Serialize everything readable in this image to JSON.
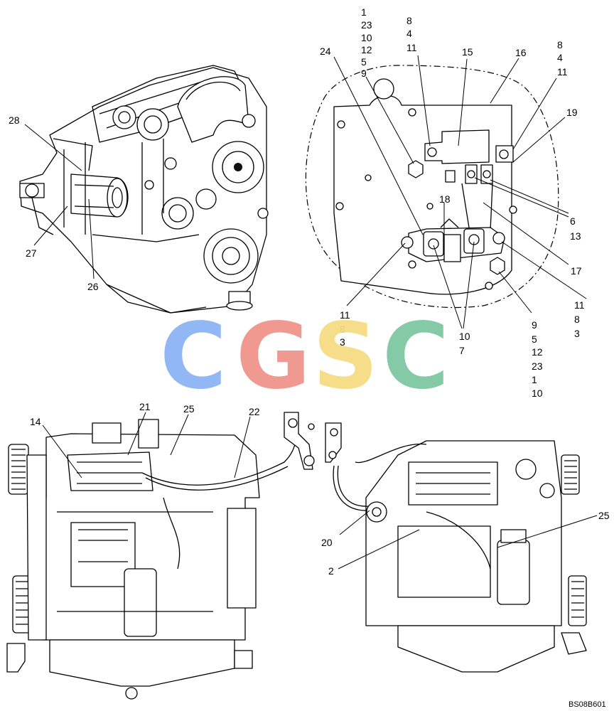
{
  "drawing_id": "BS08B601",
  "watermark": {
    "letters": [
      "C",
      "G",
      "S",
      "C"
    ],
    "colors": [
      "#8cb4f4",
      "#f0948c",
      "#f6dc84",
      "#7ec8a2"
    ]
  },
  "callouts": {
    "top_view": {
      "c27": "27",
      "c26": "26",
      "c28": "28"
    },
    "plate_view": {
      "stack_top_left": [
        "1",
        "23",
        "10",
        "12",
        "5",
        "9"
      ],
      "stack_top_mid": [
        "8",
        "4",
        "11"
      ],
      "stack_top_right": [
        "8",
        "4",
        "11"
      ],
      "c24": "24",
      "c15": "15",
      "c16": "16",
      "c19": "19",
      "c6": "6",
      "c13": "13",
      "c17": "17",
      "c18": "18",
      "stack_bottom_left": [
        "11",
        "8",
        "3"
      ],
      "c10": "10",
      "c7": "7",
      "stack_bottom_mid": [
        "9",
        "5",
        "12",
        "23",
        "1",
        "10"
      ],
      "stack_bottom_right": [
        "11",
        "8",
        "3"
      ]
    },
    "lower_left_view": {
      "c14": "14",
      "c21": "21",
      "c25": "25",
      "c22": "22"
    },
    "lower_right_view": {
      "c20": "20",
      "c2": "2",
      "c25": "25"
    }
  }
}
